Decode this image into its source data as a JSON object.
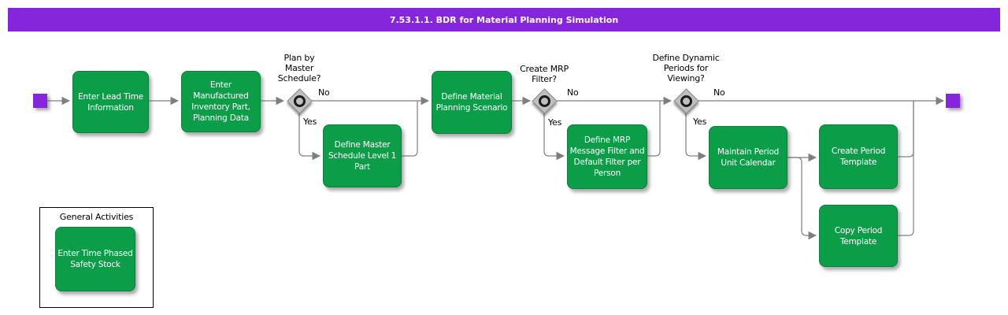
{
  "title_bar": {
    "text": "7.53.1.1. BDR for Material Planning Simulation"
  },
  "tasks": [
    {
      "label": "Enter Lead Time Information"
    },
    {
      "label": "Enter Manufactured Inventory Part, Planning Data"
    },
    {
      "label": "Define Master Schedule Level 1 Part"
    },
    {
      "label": "Define Material Planning Scenario"
    },
    {
      "label": "Define MRP Message Filter and Default Filter per Person"
    },
    {
      "label": "Maintain Period Unit Calendar"
    },
    {
      "label": "Create Period Template"
    },
    {
      "label": "Copy Period Template"
    },
    {
      "label": "Enter Time Phased Safety Stock"
    }
  ],
  "gateways": [
    {
      "question": "Plan by Master Schedule?",
      "no_label": "No",
      "yes_label": "Yes"
    },
    {
      "question": "Create MRP Filter?",
      "no_label": "No",
      "yes_label": "Yes"
    },
    {
      "question": "Define Dynamic Periods for Viewing?",
      "no_label": "No",
      "yes_label": "Yes"
    }
  ],
  "group": {
    "label": "General Activities"
  },
  "colors": {
    "task_fill": "#0C9D49",
    "accent_purple": "#8626DC",
    "connector_gray": "#7F7F7F",
    "gateway_fill": "#BFBFBF",
    "task_text": "#FFFFFF"
  }
}
